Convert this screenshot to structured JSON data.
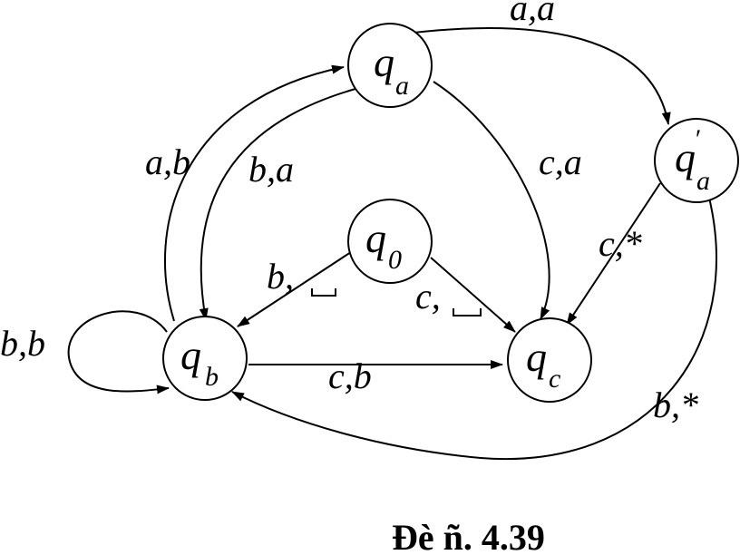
{
  "states": {
    "q0": {
      "name": "q",
      "sub": "0"
    },
    "qa": {
      "name": "q",
      "sub": "a"
    },
    "qa_prime": {
      "name": "q",
      "prime": "′",
      "sub": "a"
    },
    "qb": {
      "name": "q",
      "sub": "b"
    },
    "qc": {
      "name": "q",
      "sub": "c"
    }
  },
  "edges": {
    "qa_to_qa_prime": "a,a",
    "qb_to_qa": "a,b",
    "qa_to_qb": "b,a",
    "qa_to_qc": "c,a",
    "qa_prime_to_qc": "c,*",
    "q0_to_qb": "b,",
    "q0_to_qc": "c,",
    "qb_loop": "b,b",
    "qb_to_qc": "c,b",
    "qa_prime_to_qb": "b,*"
  },
  "caption": "Đè ñ. 4.39"
}
